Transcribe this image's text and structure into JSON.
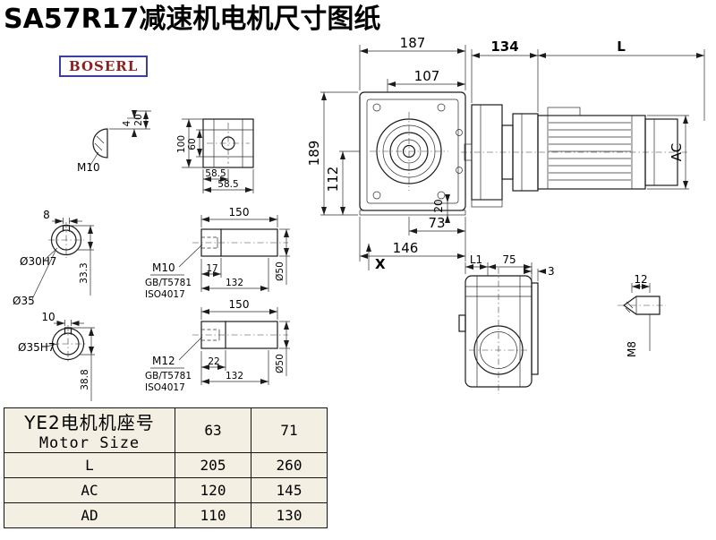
{
  "page": {
    "title": "SA57R17减速机电机尺寸图纸",
    "logo": "BOSERL"
  },
  "front_view": {
    "w187": "187",
    "w107": "107",
    "h189": "189",
    "h112": "112",
    "v20": "20",
    "w73": "73",
    "w146": "146",
    "x_mark": "X"
  },
  "motor_view": {
    "w134": "134",
    "len": "L",
    "ac": "AC"
  },
  "shaft_end_view": {
    "thread": "M10",
    "v4": "4",
    "v20": "20"
  },
  "flange_view": {
    "h100": "100",
    "h60": "60",
    "w585a": "58.5",
    "w585b": "58.5"
  },
  "bore_view_1": {
    "key_w": "8",
    "bore": "Ø30H7",
    "key_h": "33.3",
    "od": "Ø35"
  },
  "bore_view_2": {
    "key_w": "10",
    "bore": "Ø35H7",
    "key_h": "38.8"
  },
  "shaft_detail_1": {
    "len": "150",
    "thread": "M10",
    "std_gb": "GB/T5781",
    "std_iso": "ISO4017",
    "l17": "17",
    "l132": "132",
    "dia": "Ø50"
  },
  "shaft_detail_2": {
    "len": "150",
    "thread": "M12",
    "std_gb": "GB/T5781",
    "std_iso": "ISO4017",
    "l22": "22",
    "l132": "132",
    "dia": "Ø50"
  },
  "bottom_view": {
    "l1": "L1",
    "w75": "75",
    "gap3": "3"
  },
  "key_detail": {
    "w12": "12",
    "thread": "M8"
  },
  "table": {
    "header": {
      "cn": "YE2电机机座号",
      "en": "Motor Size",
      "size1": "63",
      "size2": "71"
    },
    "rows": [
      {
        "label": "L",
        "v1": "205",
        "v2": "260"
      },
      {
        "label": "AC",
        "v1": "120",
        "v2": "145"
      },
      {
        "label": "AD",
        "v1": "110",
        "v2": "130"
      }
    ]
  }
}
